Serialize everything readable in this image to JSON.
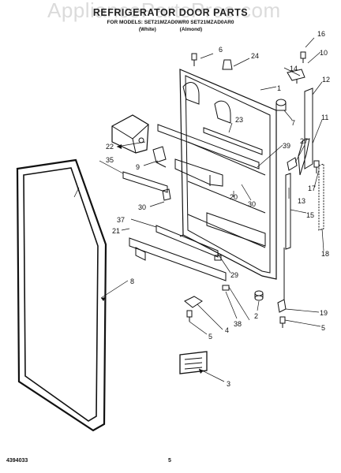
{
  "header": {
    "watermark": "AppliancePartsPros.com",
    "title": "REFRIGERATOR DOOR PARTS",
    "subtitle": "FOR MODELS: SET21MZAD0WR0  SET21MZAD0AR0",
    "variants": [
      "(White)",
      "(Almond)"
    ]
  },
  "callouts": [
    "1",
    "2",
    "3",
    "4",
    "5",
    "5",
    "6",
    "7",
    "8",
    "9",
    "10",
    "11",
    "12",
    "13",
    "14",
    "15",
    "16",
    "17",
    "18",
    "19",
    "20",
    "21",
    "22",
    "23",
    "24",
    "27",
    "29",
    "30",
    "30",
    "35",
    "37",
    "38",
    "39"
  ],
  "footer": {
    "part_number": "4394033",
    "page": "5"
  }
}
